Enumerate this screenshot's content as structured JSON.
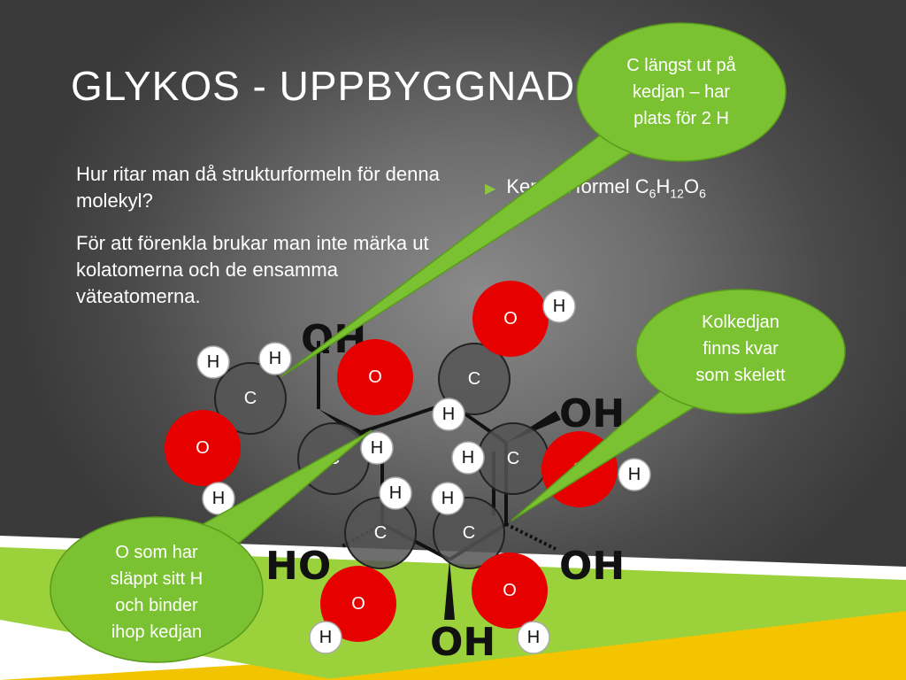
{
  "slide": {
    "title": "GLYKOS - UPPBYGGNAD",
    "para1": "Hur ritar man då strukturformeln för denna molekyl?",
    "para2": "För att förenkla brukar man inte märka ut kolatomerna och de ensamma väteatomerna.",
    "bullet": {
      "prefix": "Kemisk formel C",
      "s1": "6",
      "h": "H",
      "s2": "12",
      "o": "O",
      "s3": "6"
    }
  },
  "atoms": {
    "c": "C",
    "o": "O",
    "h": "H",
    "oh": "OH",
    "ho": "HO"
  },
  "callouts": {
    "top": [
      "C längst ut på",
      "kedjan – har",
      "plats för 2 H"
    ],
    "right": [
      "Kolkedjan",
      "finns kvar",
      "som skelett"
    ],
    "left": [
      "O som har",
      "släppt sitt H",
      "och binder",
      "ihop kedjan"
    ]
  },
  "colors": {
    "carbon": "#555555",
    "oxygen": "#e60000",
    "hydrogen": "#ffffff",
    "callout": "#7ac231",
    "accent_green": "#8dc63f",
    "accent_yellow": "#f5c400"
  }
}
